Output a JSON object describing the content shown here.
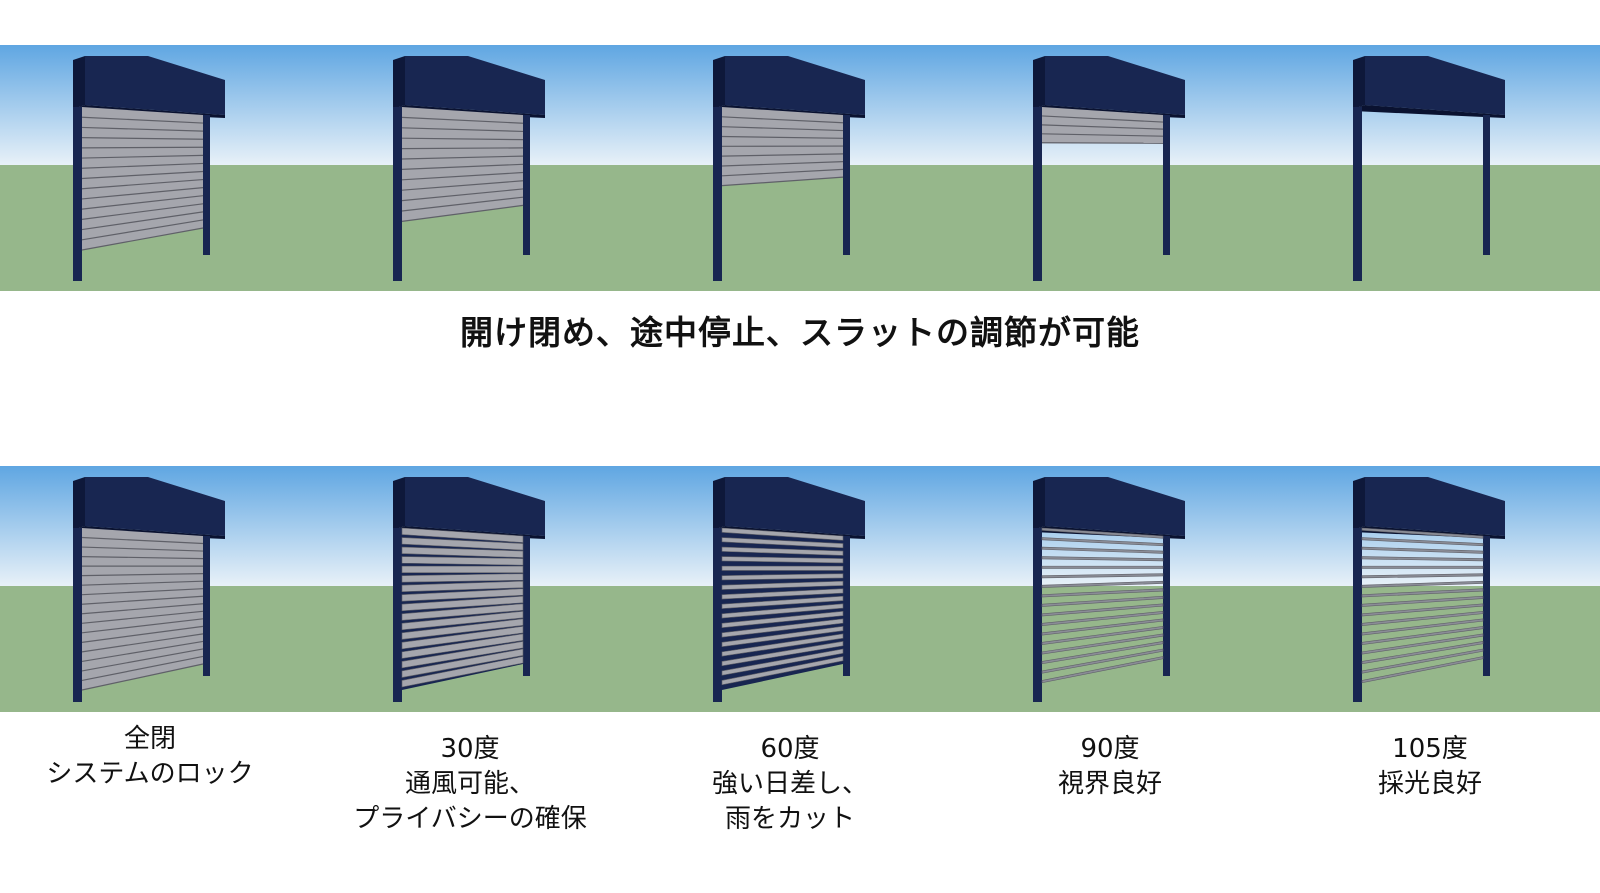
{
  "colors": {
    "sky_top": "#5fa6e2",
    "sky_bottom": "#e8f1f8",
    "ground": "#96b78b",
    "frame": "#182651",
    "frame_side": "#0e183a",
    "slat": "#a5a6ad",
    "slat_line": "#5f6068"
  },
  "heading": "開け閉め、途中停止、スラットの調節が可能",
  "top_row": {
    "panels": [
      {
        "name": "shutter-fully-closed",
        "open_fraction": 0.0
      },
      {
        "name": "shutter-three-quarter-closed",
        "open_fraction": 0.2
      },
      {
        "name": "shutter-half-closed",
        "open_fraction": 0.45
      },
      {
        "name": "shutter-mostly-open",
        "open_fraction": 0.75
      },
      {
        "name": "shutter-fully-open",
        "open_fraction": 1.0
      }
    ]
  },
  "bottom_row": {
    "panels": [
      {
        "name": "slat-angle-closed",
        "slat_angle_deg": 0,
        "caption": [
          "全閉",
          "システムのロック"
        ]
      },
      {
        "name": "slat-angle-30",
        "slat_angle_deg": 30,
        "caption": [
          "30度",
          "通風可能、",
          "プライバシーの確保"
        ]
      },
      {
        "name": "slat-angle-60",
        "slat_angle_deg": 60,
        "caption": [
          "60度",
          "強い日差し、",
          "雨をカット"
        ]
      },
      {
        "name": "slat-angle-90",
        "slat_angle_deg": 90,
        "caption": [
          "90度",
          "視界良好"
        ]
      },
      {
        "name": "slat-angle-105",
        "slat_angle_deg": 105,
        "caption": [
          "105度",
          "採光良好"
        ]
      }
    ]
  }
}
